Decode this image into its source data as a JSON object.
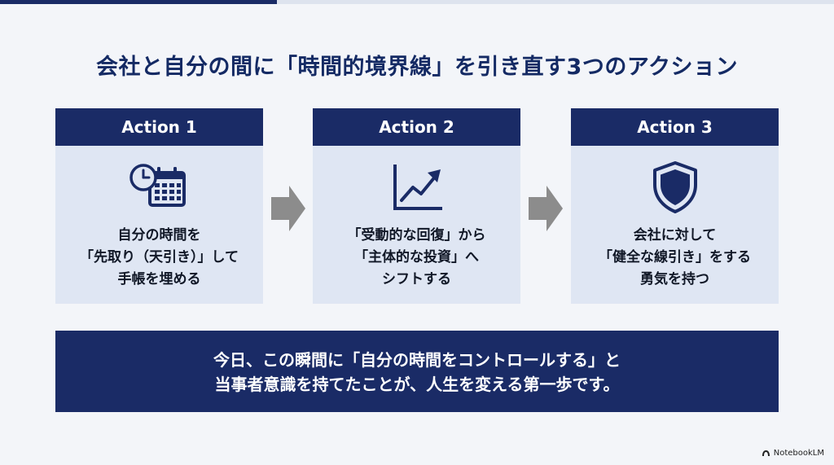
{
  "title": "会社と自分の間に「時間的境界線」を引き直す3つのアクション",
  "colors": {
    "navy": "#1a2b66",
    "card_bg": "#dfe6f3",
    "arrow": "#8c8c8c",
    "background": "#f3f5f9"
  },
  "actions": [
    {
      "header": "Action 1",
      "icon": "clock-calendar-icon",
      "lines": [
        "自分の時間を",
        "「先取り（天引き）」して",
        "手帳を埋める"
      ]
    },
    {
      "header": "Action 2",
      "icon": "trend-up-chart-icon",
      "lines": [
        "「受動的な回復」から",
        "「主体的な投資」へ",
        "シフトする"
      ]
    },
    {
      "header": "Action 3",
      "icon": "shield-icon",
      "lines": [
        "会社に対して",
        "「健全な線引き」をする",
        "勇気を持つ"
      ]
    }
  ],
  "banner": {
    "line1": "今日、この瞬間に「自分の時間をコントロールする」と",
    "line2": "当事者意識を持てたことが、人生を変える第一歩です。"
  },
  "brand": "NotebookLM"
}
